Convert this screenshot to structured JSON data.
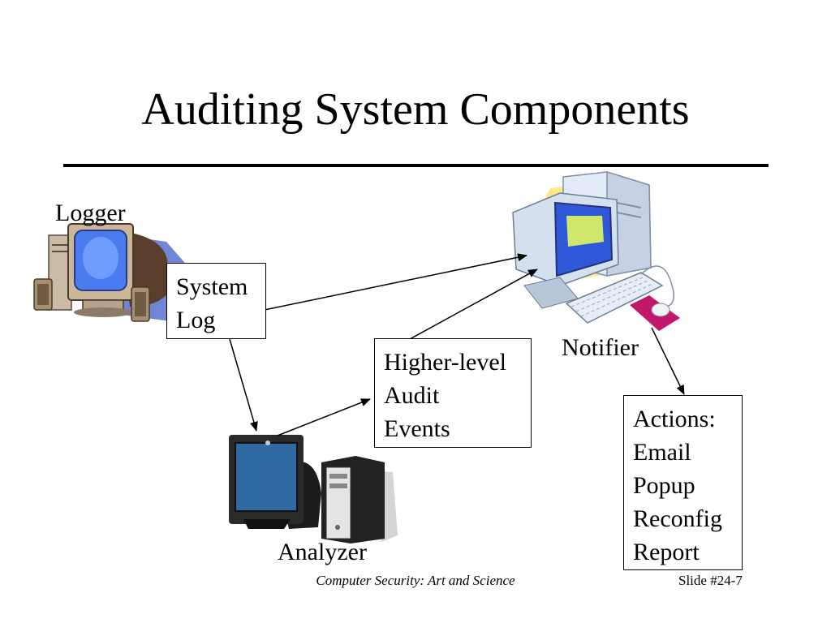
{
  "slide": {
    "title": "Auditing System Components",
    "footer_text": "Computer Security: Art and Science",
    "slide_number": "Slide #24-7"
  },
  "diagram": {
    "logger_label": "Logger",
    "notifier_label": "Notifier",
    "analyzer_label": "Analyzer",
    "system_log_box": [
      "System",
      "Log"
    ],
    "audit_events_box": [
      "Higher-level",
      "Audit",
      "Events"
    ],
    "actions_box": [
      "Actions:",
      "Email",
      "Popup",
      "Reconfig",
      "Report"
    ]
  },
  "icons": {
    "logger": "desktop-computer-speakers-icon",
    "notifier": "desktop-computer-keyboard-mouse-icon",
    "analyzer": "workstation-monitor-tower-icon"
  }
}
